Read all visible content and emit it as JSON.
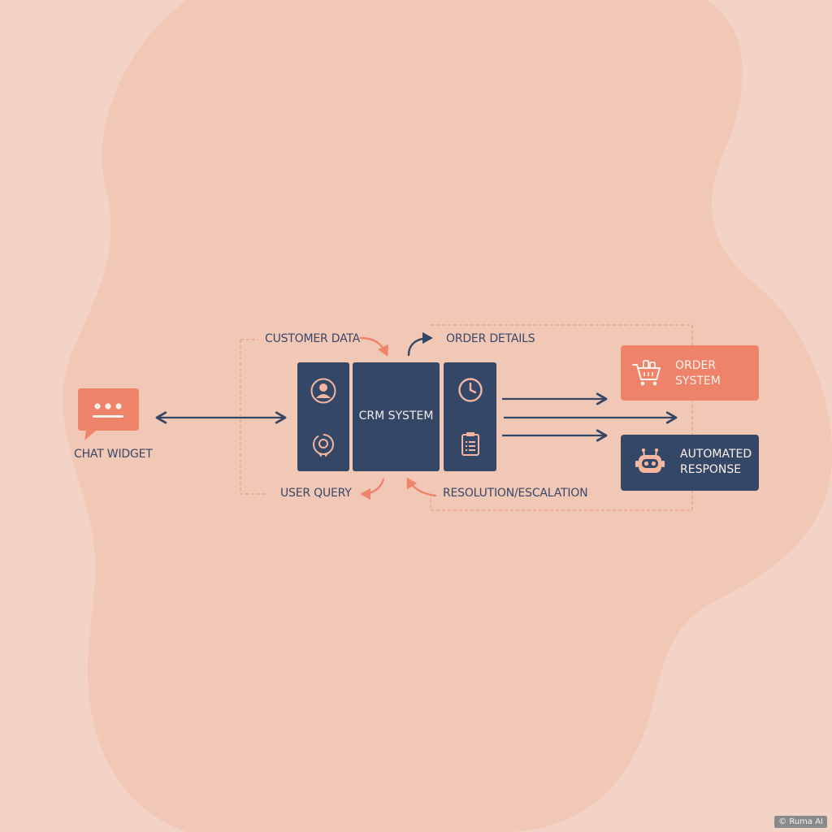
{
  "colors": {
    "background": "#f3d3c6",
    "blob": "#f0c5b3",
    "navy": "#344766",
    "coral": "#ef836a",
    "label": "#3a4668"
  },
  "chat_widget": {
    "label": "CHAT WIDGET",
    "icon": "chat-bubble-icon"
  },
  "crm": {
    "label": "CRM SYSTEM",
    "left_icons": [
      "user-circle-icon",
      "support-ring-icon"
    ],
    "right_icons": [
      "clock-icon",
      "clipboard-icon"
    ]
  },
  "flow_labels": {
    "customer_data": "CUSTOMER DATA",
    "order_details": "ORDER DETAILS",
    "user_query": "USER QUERY",
    "resolution": "RESOLUTION/ESCALATION"
  },
  "order_system": {
    "line1": "ORDER",
    "line2": "SYSTEM",
    "icon": "shopping-cart-icon"
  },
  "automated_response": {
    "line1": "AUTOMATED",
    "line2": "RESPONSE",
    "icon": "robot-icon"
  },
  "watermark": "© Ruma AI"
}
